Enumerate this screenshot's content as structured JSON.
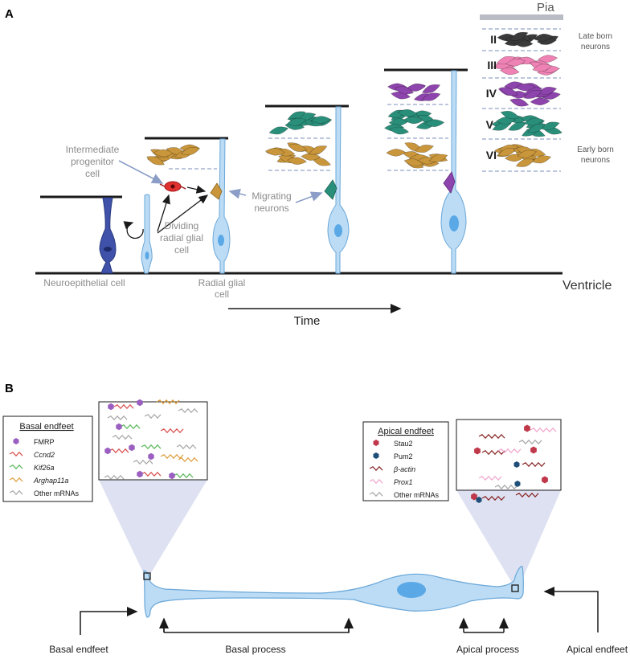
{
  "panel_a": {
    "label": "A",
    "pia": "Pia",
    "ventricle": "Ventricle",
    "time": "Time",
    "late_born": [
      "Late born",
      "neurons"
    ],
    "early_born": [
      "Early born",
      "neurons"
    ],
    "layers": [
      "II",
      "III",
      "IV",
      "V",
      "VI"
    ],
    "intermediate_progenitor": [
      "Intermediate",
      "progenitor",
      "cell"
    ],
    "dividing_radial_glial": [
      "Dividing",
      "radial glial",
      "cell"
    ],
    "migrating_neurons": [
      "Migrating",
      "neurons"
    ],
    "neuroepithelial_cell": "Neuroepithelial cell",
    "radial_glial_cell": [
      "Radial glial",
      "cell"
    ]
  },
  "panel_b": {
    "label": "B",
    "basal_legend": {
      "title": "Basal endfeet",
      "items": [
        {
          "label": "FMRP",
          "italic": false,
          "color": "#9a5fc0"
        },
        {
          "label": "Ccnd2",
          "italic": true,
          "color": "#d9504f"
        },
        {
          "label": "Kif26a",
          "italic": true,
          "color": "#5cb85c"
        },
        {
          "label": "Arghap11a",
          "italic": true,
          "color": "#e0a040"
        },
        {
          "label": "Other mRNAs",
          "italic": false,
          "color": "#a8a8a8"
        }
      ]
    },
    "apical_legend": {
      "title": "Apical endfeet",
      "items": [
        {
          "label": "Stau2",
          "italic": false,
          "color": "#c0394b"
        },
        {
          "label": "Pum2",
          "italic": false,
          "color": "#1f4e79"
        },
        {
          "label": "β-actin",
          "italic": true,
          "color": "#8b2a2a"
        },
        {
          "label": "Prox1",
          "italic": true,
          "color": "#f0a8d0"
        },
        {
          "label": "Other mRNAs",
          "italic": false,
          "color": "#a8a8a8"
        }
      ]
    },
    "basal_endfeet": "Basal endfeet",
    "basal_process": "Basal process",
    "apical_process": "Apical process",
    "apical_endfeet": "Apical endfeet"
  },
  "colors": {
    "cell_fill": "#bcdcf5",
    "cell_stroke": "#6aa7d8",
    "nucleus": "#5aa8e6",
    "neuroepithelial": "#3f51a8",
    "label_gray": "#8c8c8c",
    "arrow_blue": "#8c9ec8",
    "red_cell": "#e03030",
    "gold": "#c9963b",
    "teal": "#2a8f7a",
    "purple": "#8e44ad",
    "pink": "#ee82b4",
    "black_neuron": "#3a3a3a",
    "cone": "#d7dcef"
  }
}
